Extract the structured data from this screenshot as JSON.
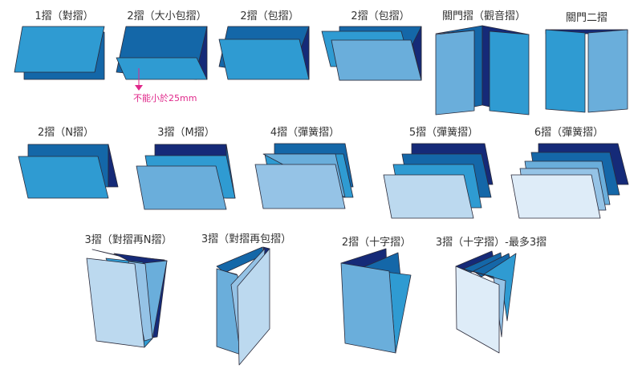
{
  "colors": {
    "navy": "#152a78",
    "dark": "#1467a8",
    "mid": "#2f9bd2",
    "light": "#6aaedb",
    "lighter": "#95c3e6",
    "pale": "#bcd9ef",
    "palest": "#deecf8",
    "note": "#e0278a"
  },
  "folds": [
    {
      "label": "1摺（對摺）"
    },
    {
      "label": "2摺（大小包摺）",
      "note": "不能小於25mm"
    },
    {
      "label": "2摺（包摺）"
    },
    {
      "label": "2摺（包摺）"
    },
    {
      "label": "關門摺（觀音摺）"
    },
    {
      "label": "關門二摺"
    },
    {
      "label": "2摺（N摺）"
    },
    {
      "label": "3摺（M摺）"
    },
    {
      "label": "4摺（彈簧摺）"
    },
    {
      "label": "5摺（彈簧摺）"
    },
    {
      "label": "6摺（彈簧摺）"
    },
    {
      "label": "3摺（對摺再N摺）"
    },
    {
      "label": "3摺（對摺再包摺）"
    },
    {
      "label": "2摺（十字摺）"
    },
    {
      "label": "3摺（十字摺）-最多3摺"
    }
  ]
}
